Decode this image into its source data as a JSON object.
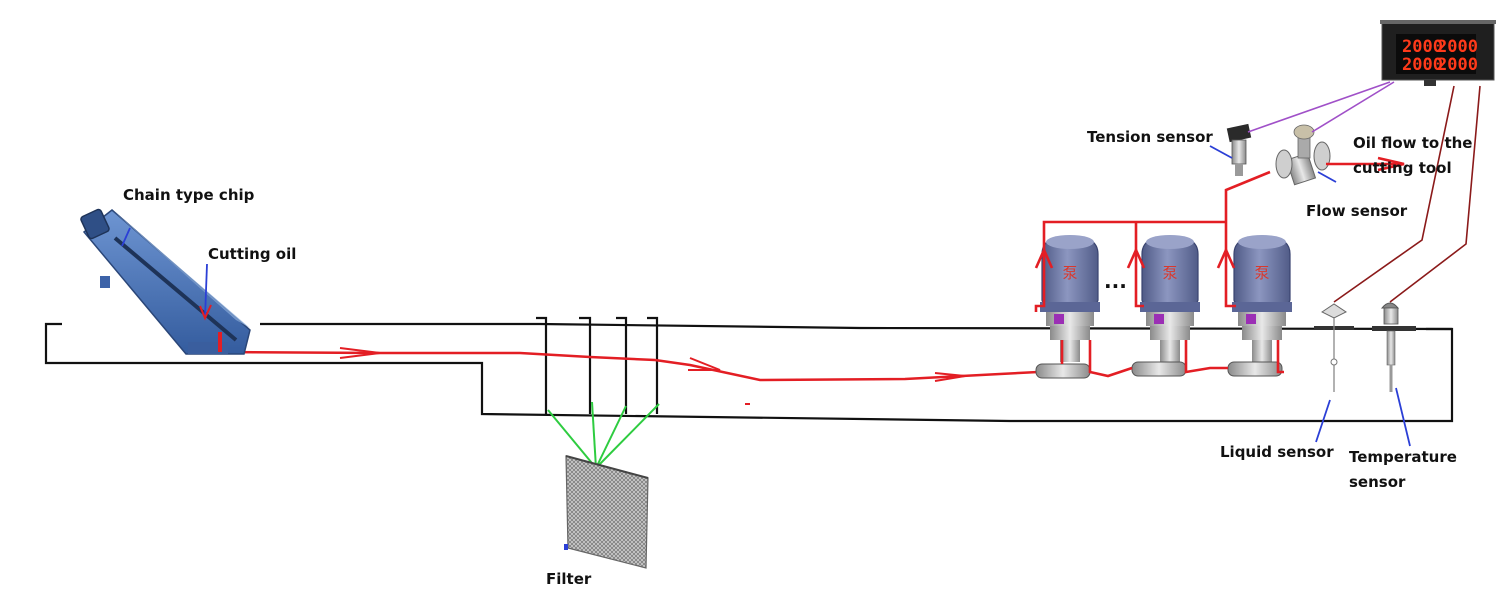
{
  "labels": {
    "chain_chip": "Chain type chip",
    "cutting_oil": "Cutting oil",
    "filter": "Filter",
    "tension_sensor": "Tension sensor",
    "flow_sensor": "Flow sensor",
    "oil_flow_line1": "Oil flow to the",
    "oil_flow_line2": "cutting tool",
    "liquid_sensor": "Liquid sensor",
    "temperature_line1": "Temperature",
    "temperature_line2": "sensor",
    "pump_ellipsis": "..."
  },
  "pumps": [
    {
      "char": "泵"
    },
    {
      "char": "泵"
    },
    {
      "char": "泵"
    }
  ],
  "display": {
    "readouts": [
      "2000",
      "2000",
      "2000",
      "2000"
    ]
  },
  "colors": {
    "oil_flow": "#e31e24",
    "tank_outline": "#111111",
    "sensor_wire": "#9b59b6",
    "signal_wire": "#8b1a1a",
    "filter_link": "#2ecc40",
    "leader": "#2b3fd6",
    "pump_body": "#6f7aa6",
    "conveyor": "#4a74b8"
  }
}
